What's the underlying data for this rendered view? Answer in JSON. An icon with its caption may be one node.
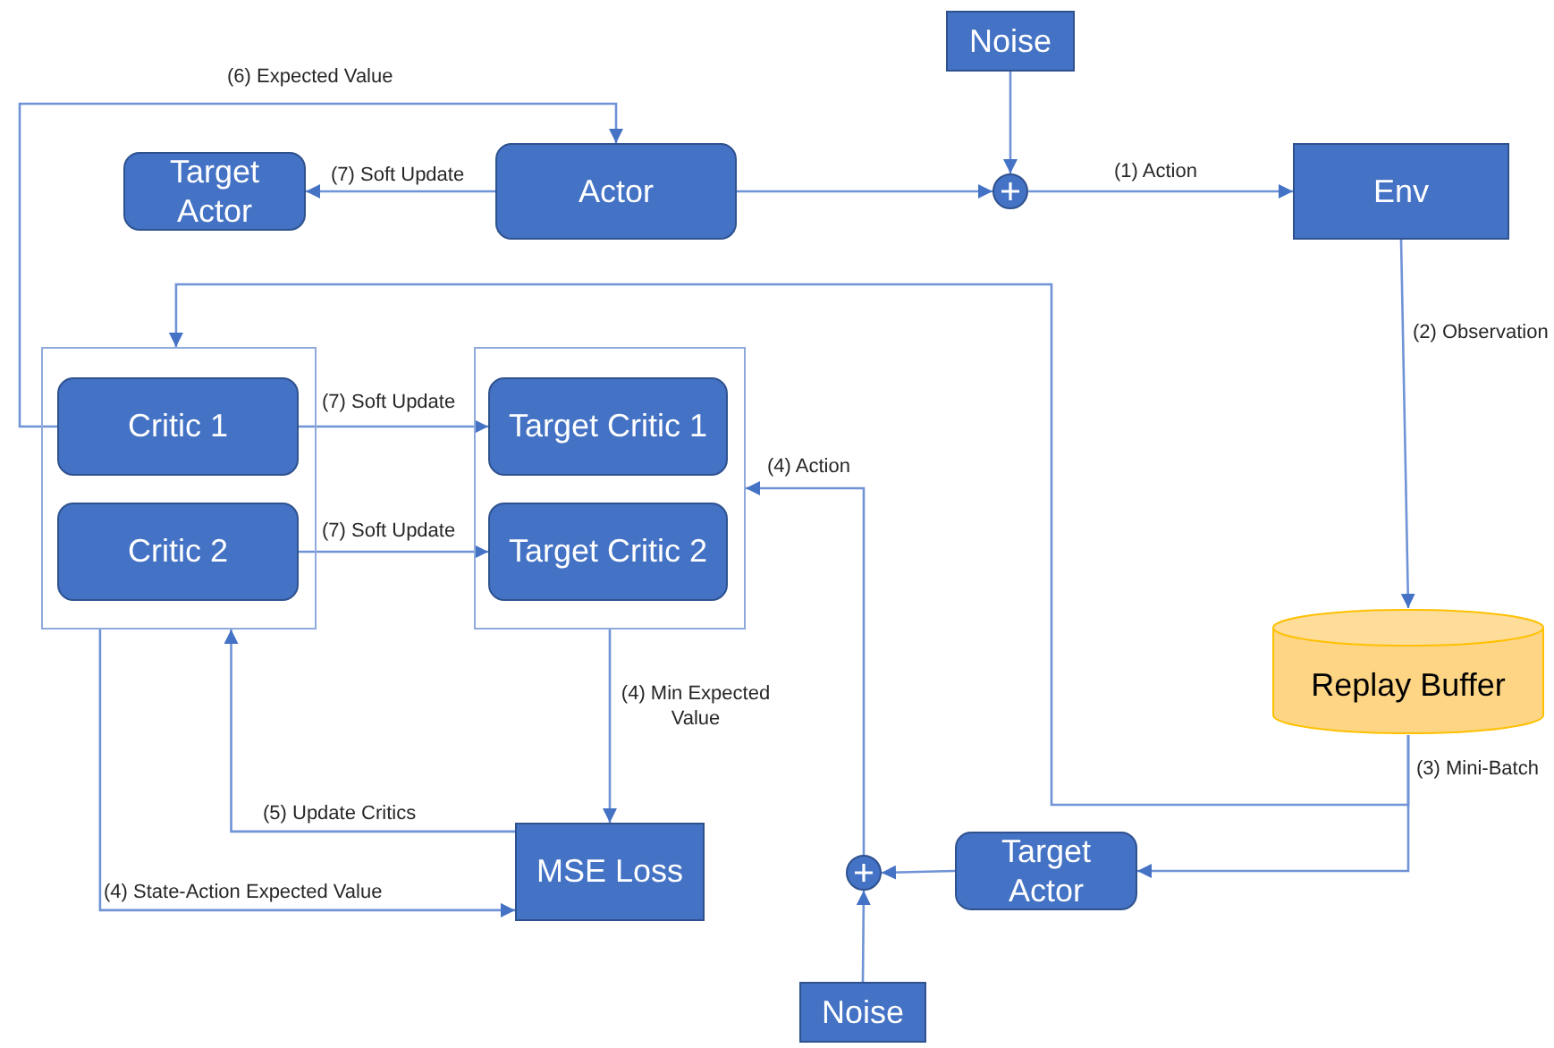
{
  "diagram": {
    "nodes": [
      {
        "text": [
          "Noise"
        ]
      },
      {
        "text": [
          "Target Actor"
        ]
      },
      {
        "text": [
          "Actor"
        ]
      },
      {
        "text": [],
        "shape": "circle"
      },
      {
        "text": [
          "Env"
        ]
      },
      {
        "text": [],
        "shape": "box"
      },
      {
        "text": [
          "Critic 1"
        ],
        "in": 5
      },
      {
        "text": [
          "Critic 2"
        ],
        "in": 5
      },
      {
        "text": [],
        "shape": "box"
      },
      {
        "text": [
          "Target Critic 1"
        ],
        "in": 8
      },
      {
        "text": [
          "Target Critic 2"
        ],
        "in": 8
      },
      {
        "text": [
          "Replay Buffer"
        ]
      },
      {
        "text": [
          "MSE Loss"
        ]
      },
      {
        "text": [
          "Target Actor"
        ]
      },
      {
        "text": [],
        "shape": "circle"
      },
      {
        "text": [
          "Noise"
        ]
      }
    ],
    "edges": [
      {
        "from": 0,
        "to": 3,
        "arrow": "to"
      },
      {
        "from": 2,
        "to": 3,
        "arrow": "to"
      },
      {
        "from": 3,
        "to": 4,
        "arrow": "to",
        "label": "(1) Action"
      },
      {
        "from": 2,
        "to": 1,
        "arrow": "to",
        "label": "(7) Soft Update"
      },
      {
        "from": 6,
        "to": 2,
        "arrow": "to",
        "label": "(6) Expected Value"
      },
      {
        "from": 4,
        "to": 11,
        "arrow": "to",
        "label": "(2) Observation"
      },
      {
        "from": 11,
        "to": 13,
        "arrow": "to",
        "label": "(3) Mini-Batch"
      },
      {
        "from": 11,
        "to": 5,
        "arrow": "to"
      },
      {
        "from": 6,
        "to": 9,
        "arrow": "to",
        "label": "(7) Soft Update"
      },
      {
        "from": 7,
        "to": 10,
        "arrow": "to",
        "label": "(7) Soft Update"
      },
      {
        "from": 8,
        "to": 12,
        "arrow": "to",
        "label": "(4) Min Expected Value"
      },
      {
        "from": 12,
        "to": 5,
        "arrow": "to",
        "label": "(5) Update Critics"
      },
      {
        "from": 5,
        "to": 12,
        "arrow": "to",
        "label": "(4) State-Action Expected Value"
      },
      {
        "from": 13,
        "to": 14,
        "arrow": "to"
      },
      {
        "from": 15,
        "to": 14,
        "arrow": "to"
      },
      {
        "from": 14,
        "to": 8,
        "arrow": "to",
        "label": "(4) Action"
      }
    ]
  }
}
